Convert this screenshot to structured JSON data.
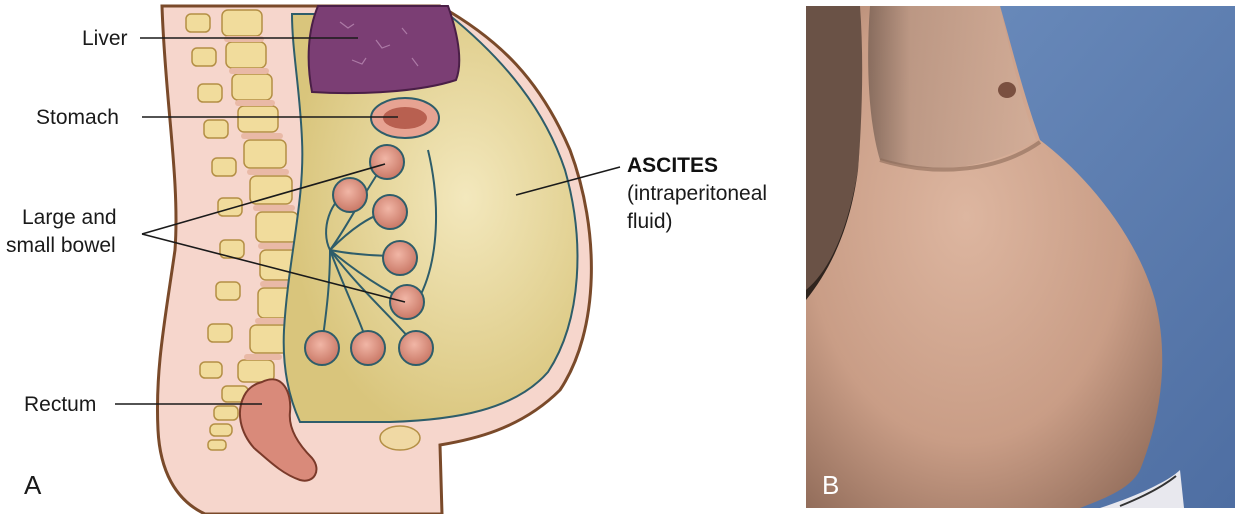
{
  "panel_a": {
    "letter": "A",
    "labels": {
      "liver": "Liver",
      "stomach": "Stomach",
      "bowel_line1": "Large and",
      "bowel_line2": "small bowel",
      "rectum": "Rectum",
      "ascites_title": "ASCITES",
      "ascites_sub1": "(intraperitoneal",
      "ascites_sub2": "fluid)"
    }
  },
  "panel_b": {
    "letter": "B"
  },
  "colors": {
    "skin": "#f6d6cc",
    "skin_edge": "#7a4a2a",
    "peritoneum_fluid": "#e6d595",
    "peritoneum_line": "#2e5d6a",
    "liver": "#7b3e74",
    "vertebra": "#f1dc9c",
    "disc": "#e9b9a6",
    "bowel": "#d98a7a",
    "photo_bg": "#5a7cae"
  }
}
